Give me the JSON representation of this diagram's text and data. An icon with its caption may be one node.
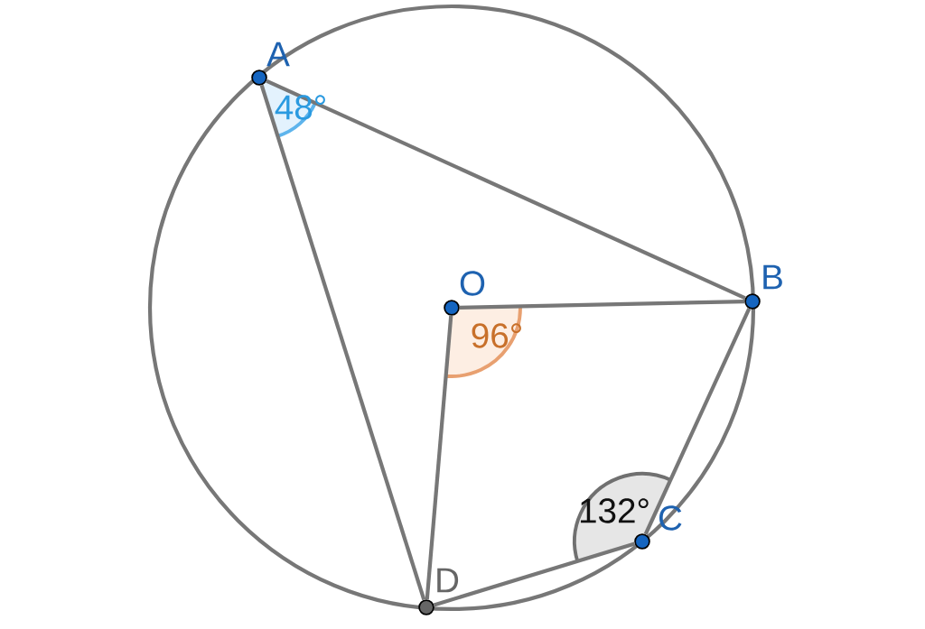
{
  "diagram": {
    "nodes": [
      {
        "text": [
          "A"
        ]
      },
      {
        "text": [
          "B"
        ]
      },
      {
        "text": [
          "C"
        ]
      },
      {
        "text": [
          "D"
        ]
      },
      {
        "text": [
          "O"
        ]
      }
    ],
    "edges": [
      {
        "from": 0,
        "to": 1,
        "arrow": "none"
      },
      {
        "from": 0,
        "to": 3,
        "arrow": "none"
      },
      {
        "from": 4,
        "to": 1,
        "arrow": "none"
      },
      {
        "from": 4,
        "to": 3,
        "arrow": "none"
      },
      {
        "from": 1,
        "to": 2,
        "arrow": "none"
      },
      {
        "from": 2,
        "to": 3,
        "arrow": "none"
      }
    ],
    "labels": [
      "48°",
      "96°",
      "132°"
    ]
  }
}
